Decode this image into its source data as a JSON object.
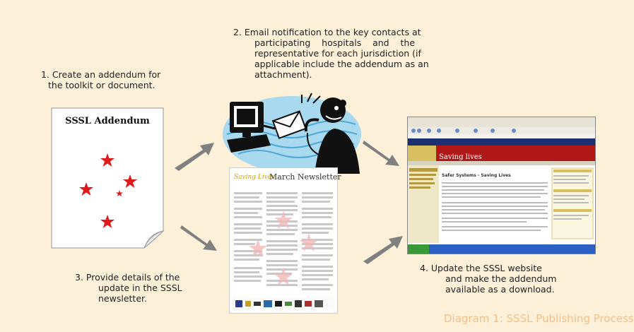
{
  "steps": {
    "step1": [
      "1. Create an addendum for",
      "the toolkit or document."
    ],
    "step2": [
      "2.  Email notification to the key contacts at",
      "participating    hospitals    and    the",
      "representative for each jurisdiction (if",
      "applicable include the addendum as an",
      "attachment)."
    ],
    "step3": [
      "3.  Provide details of the",
      "update in the SSSL",
      "newsletter."
    ],
    "step4": [
      "4.   Update the SSSL website",
      "and make the addendum",
      "available as a download."
    ]
  },
  "addendum": {
    "title": "SSSL Addendum"
  },
  "newsletter": {
    "title": "March Newsletter",
    "brand": "Saving Lives"
  },
  "website": {
    "hero": "Saving lives",
    "content_title": "Safer Systems - Saving Lives"
  },
  "caption": "Diagram 1:  SSSL Publishing Process",
  "colors": {
    "background": "#fcf0d8",
    "star": "#e02020",
    "arrow": "#808080",
    "caption": "#f3c08a",
    "web_header": "#b01818"
  }
}
